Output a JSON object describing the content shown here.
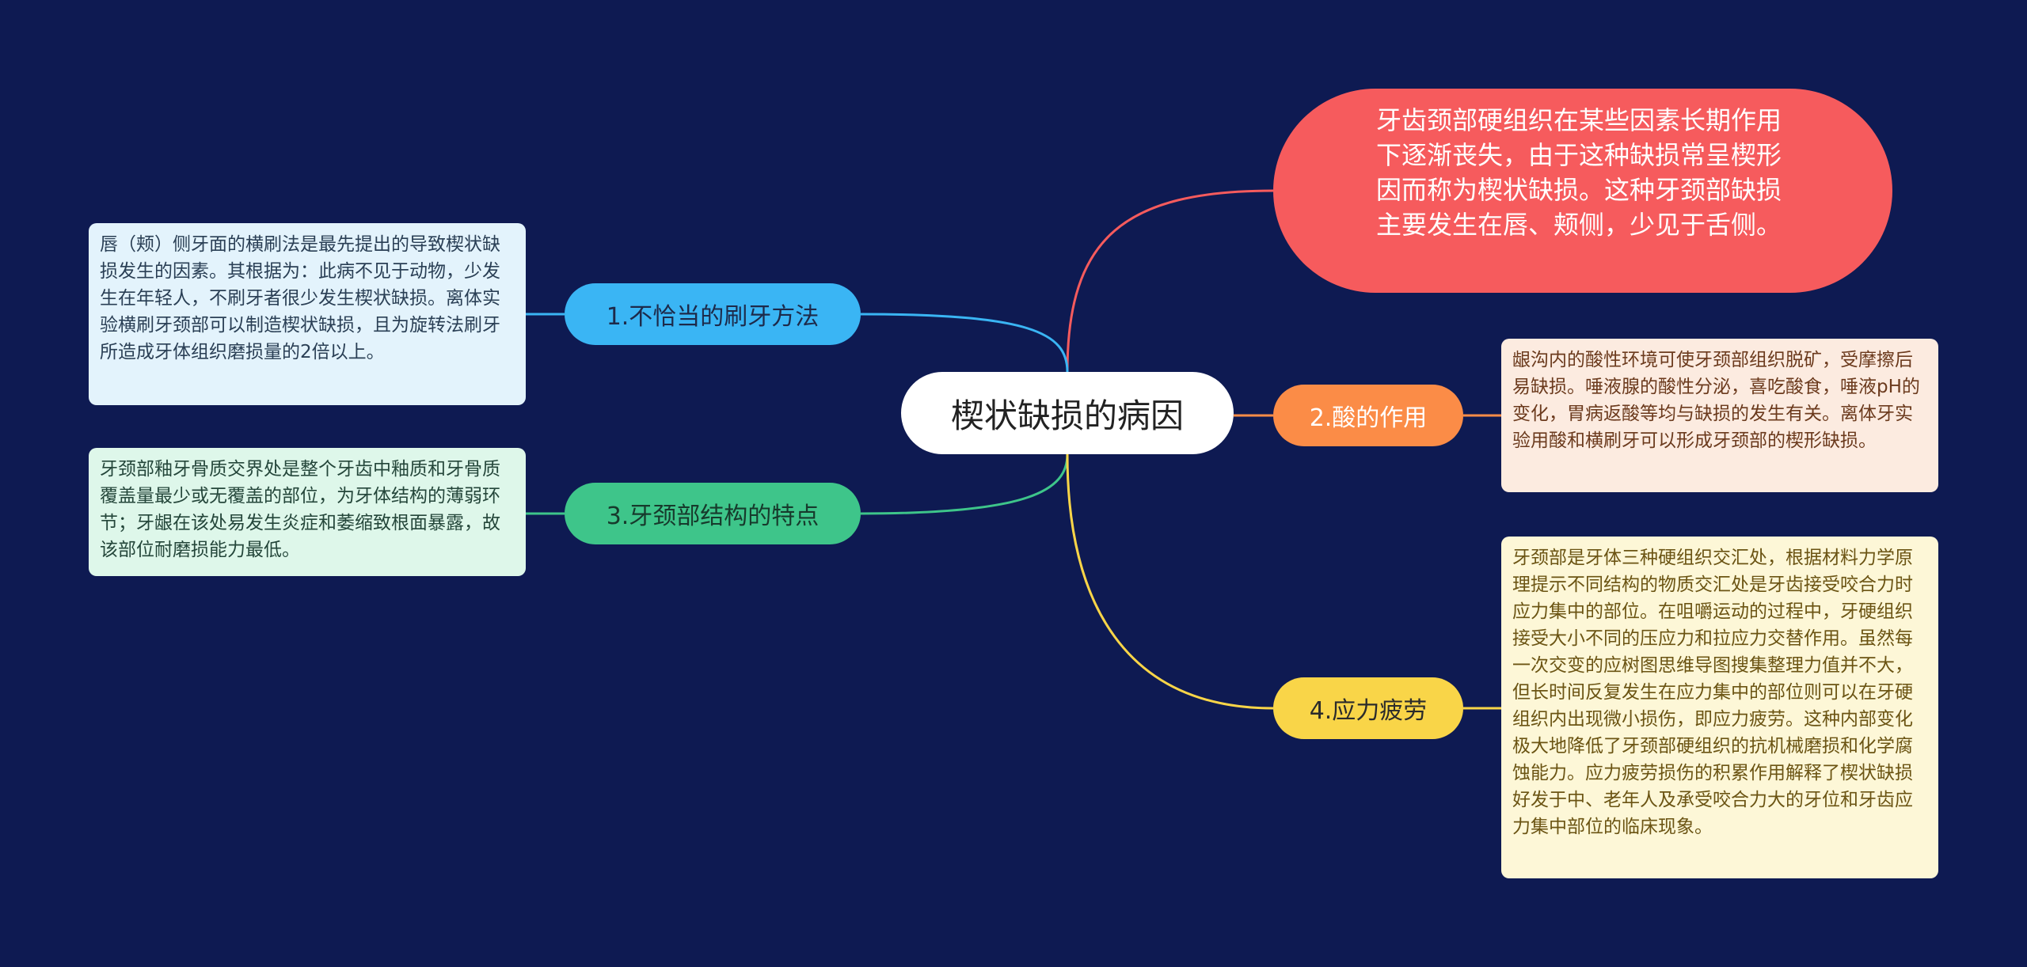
{
  "center": {
    "label": "楔状缺损的病因"
  },
  "top_node": {
    "text": "牙齿颈部硬组织在某些因素长期作用下逐渐丧失，由于这种缺损常呈楔形因而称为楔状缺损。这种牙颈部缺损主要发生在唇、颊侧，少见于舌侧。"
  },
  "branches": [
    {
      "label": "1.不恰当的刷牙方法",
      "detail": "唇（颊）侧牙面的横刷法是最先提出的导致楔状缺损发生的因素。其根据为：此病不见于动物，少发生在年轻人，不刷牙者很少发生楔状缺损。离体实验横刷牙颈部可以制造楔状缺损，且为旋转法刷牙所造成牙体组织磨损量的2倍以上。",
      "color": "#3ab5f4"
    },
    {
      "label": "2.酸的作用",
      "detail": "龈沟内的酸性环境可使牙颈部组织脱矿，受摩擦后易缺损。唾液腺的酸性分泌，喜吃酸食，唾液pH的变化，胃病返酸等均与缺损的发生有关。离体牙实验用酸和横刷牙可以形成牙颈部的楔形缺损。",
      "color": "#fb8c47"
    },
    {
      "label": "3.牙颈部结构的特点",
      "detail": "牙颈部釉牙骨质交界处是整个牙齿中釉质和牙骨质覆盖量最少或无覆盖的部位，为牙体结构的薄弱环节；牙龈在该处易发生炎症和萎缩致根面暴露，故该部位耐磨损能力最低。",
      "color": "#3ec58a"
    },
    {
      "label": "4.应力疲劳",
      "detail": "牙颈部是牙体三种硬组织交汇处，根据材料力学原理提示不同结构的物质交汇处是牙齿接受咬合力时应力集中的部位。在咀嚼运动的过程中，牙硬组织接受大小不同的压应力和拉应力交替作用。虽然每一次交变的应树图思维导图搜集整理力值并不大，但长时间反复发生在应力集中的部位则可以在牙硬组织内出现微小损伤，即应力疲劳。这种内部变化极大地降低了牙颈部硬组织的抗机械磨损和化学腐蚀能力。应力疲劳损伤的积累作用解释了楔状缺损好发于中、老年人及承受咬合力大的牙位和牙齿应力集中部位的临床现象。",
      "color": "#f9d548"
    }
  ],
  "colors": {
    "background": "#0e1a52",
    "top_node": "#f65b5d",
    "center_bg": "#ffffff"
  }
}
